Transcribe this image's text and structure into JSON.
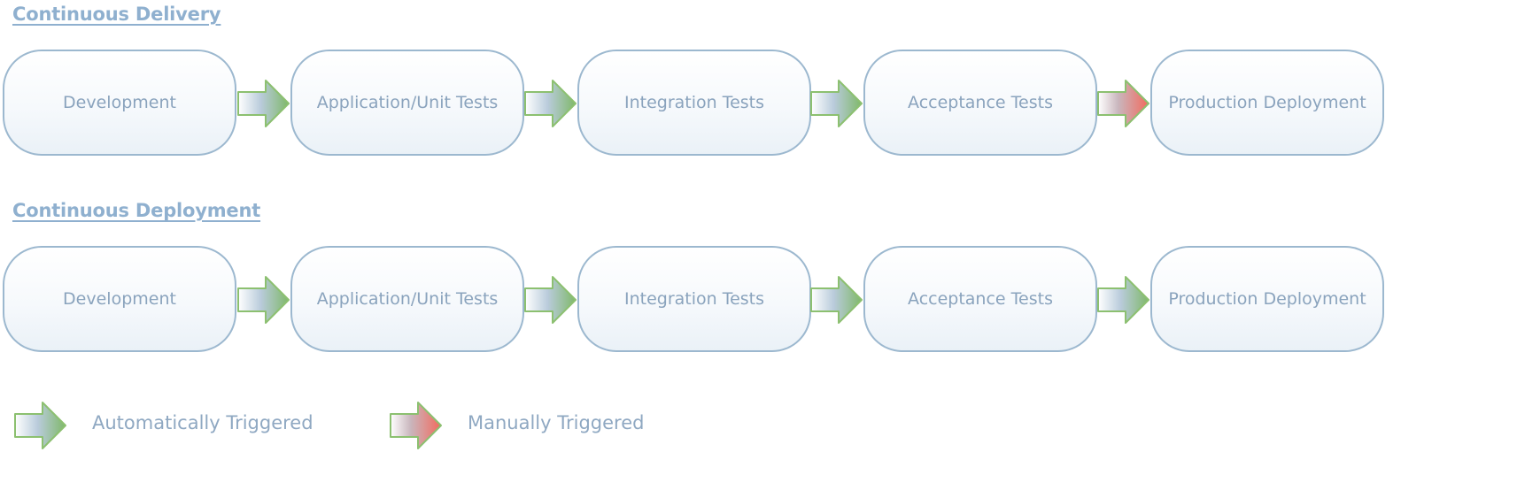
{
  "colors": {
    "heading": "#8fb0cf",
    "stage_border": "#9cb8cf",
    "stage_text": "#8aa3bd",
    "arrow_auto_tip": "#7fb86a",
    "arrow_auto_base": "#9fb6cd",
    "arrow_manual_tip": "#f26a5e"
  },
  "delivery": {
    "title": "Continuous Delivery",
    "stages": [
      "Development",
      "Application/Unit Tests",
      "Integration Tests",
      "Acceptance Tests",
      "Production Deployment"
    ],
    "transitions": [
      "automatic",
      "automatic",
      "automatic",
      "manual"
    ]
  },
  "deployment": {
    "title": "Continuous Deployment",
    "stages": [
      "Development",
      "Application/Unit Tests",
      "Integration Tests",
      "Acceptance Tests",
      "Production Deployment"
    ],
    "transitions": [
      "automatic",
      "automatic",
      "automatic",
      "automatic"
    ]
  },
  "legend": {
    "automatic_label": "Automatically Triggered",
    "manual_label": "Manually Triggered"
  }
}
